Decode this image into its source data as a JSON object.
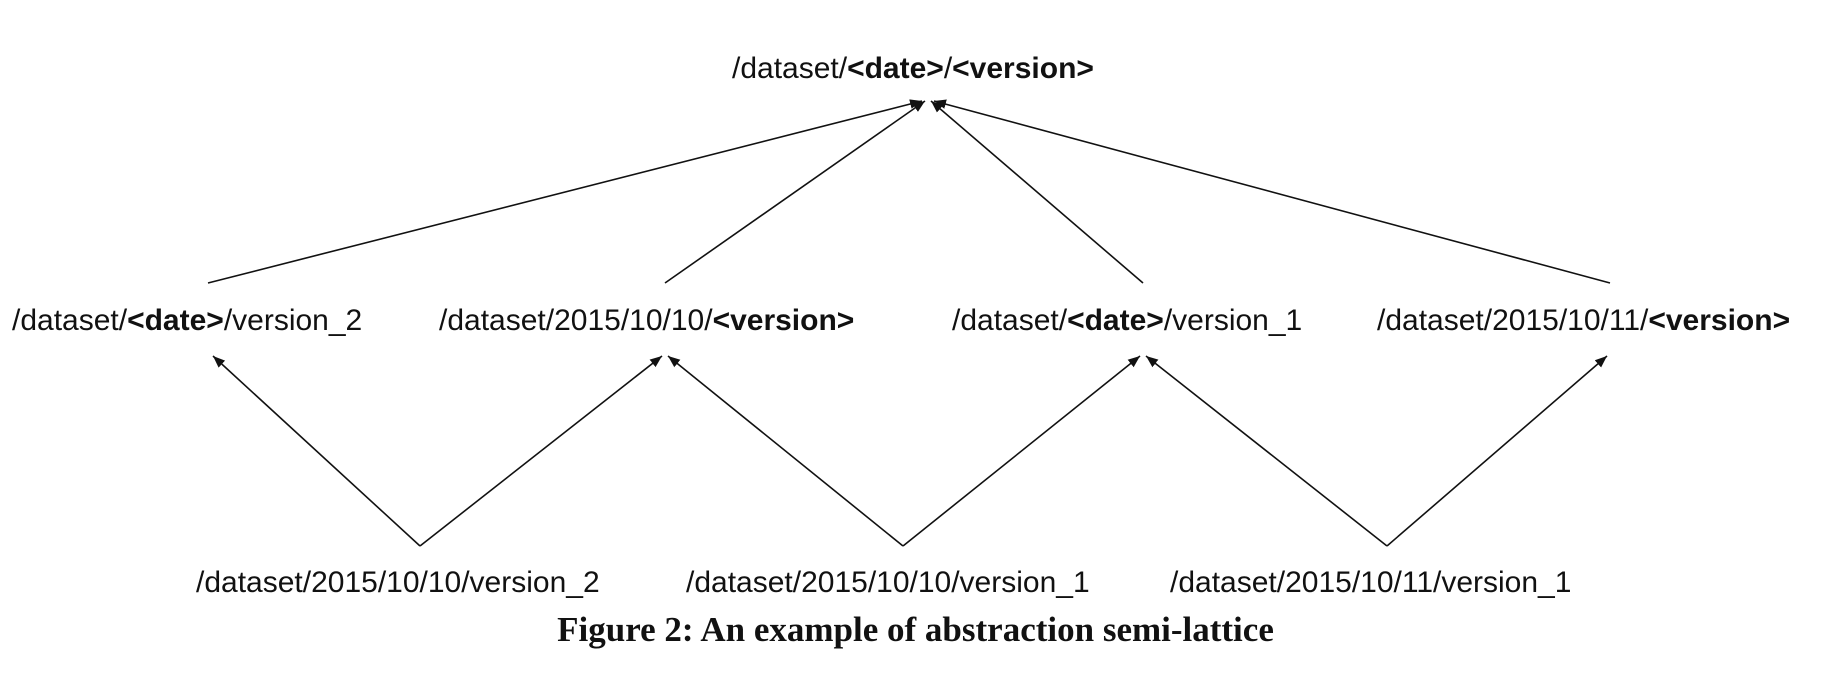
{
  "nodes": {
    "top": {
      "p1": "/dataset/",
      "b1": "<date>",
      "p2": "/",
      "b2": "<version>",
      "p3": ""
    },
    "mid": [
      {
        "p1": "/dataset/",
        "b1": "<date>",
        "p2": "/version_2",
        "b2": "",
        "p3": ""
      },
      {
        "p1": "/dataset/2015/10/10/",
        "b1": "<version>",
        "p2": "",
        "b2": "",
        "p3": ""
      },
      {
        "p1": "/dataset/",
        "b1": "<date>",
        "p2": "/version_1",
        "b2": "",
        "p3": ""
      },
      {
        "p1": "/dataset/2015/10/11/",
        "b1": "<version>",
        "p2": "",
        "b2": "",
        "p3": ""
      }
    ],
    "bottom": [
      {
        "label": "/dataset/2015/10/10/version_2"
      },
      {
        "label": "/dataset/2015/10/10/version_1"
      },
      {
        "label": "/dataset/2015/10/11/version_1"
      }
    ]
  },
  "edges": [
    {
      "from": "mid.0",
      "to": "top"
    },
    {
      "from": "mid.1",
      "to": "top"
    },
    {
      "from": "mid.2",
      "to": "top"
    },
    {
      "from": "mid.3",
      "to": "top"
    },
    {
      "from": "bottom.0",
      "to": "mid.0"
    },
    {
      "from": "bottom.0",
      "to": "mid.1"
    },
    {
      "from": "bottom.1",
      "to": "mid.1"
    },
    {
      "from": "bottom.1",
      "to": "mid.2"
    },
    {
      "from": "bottom.2",
      "to": "mid.2"
    },
    {
      "from": "bottom.2",
      "to": "mid.3"
    }
  ],
  "caption": "Figure 2: An example of abstraction semi-lattice"
}
